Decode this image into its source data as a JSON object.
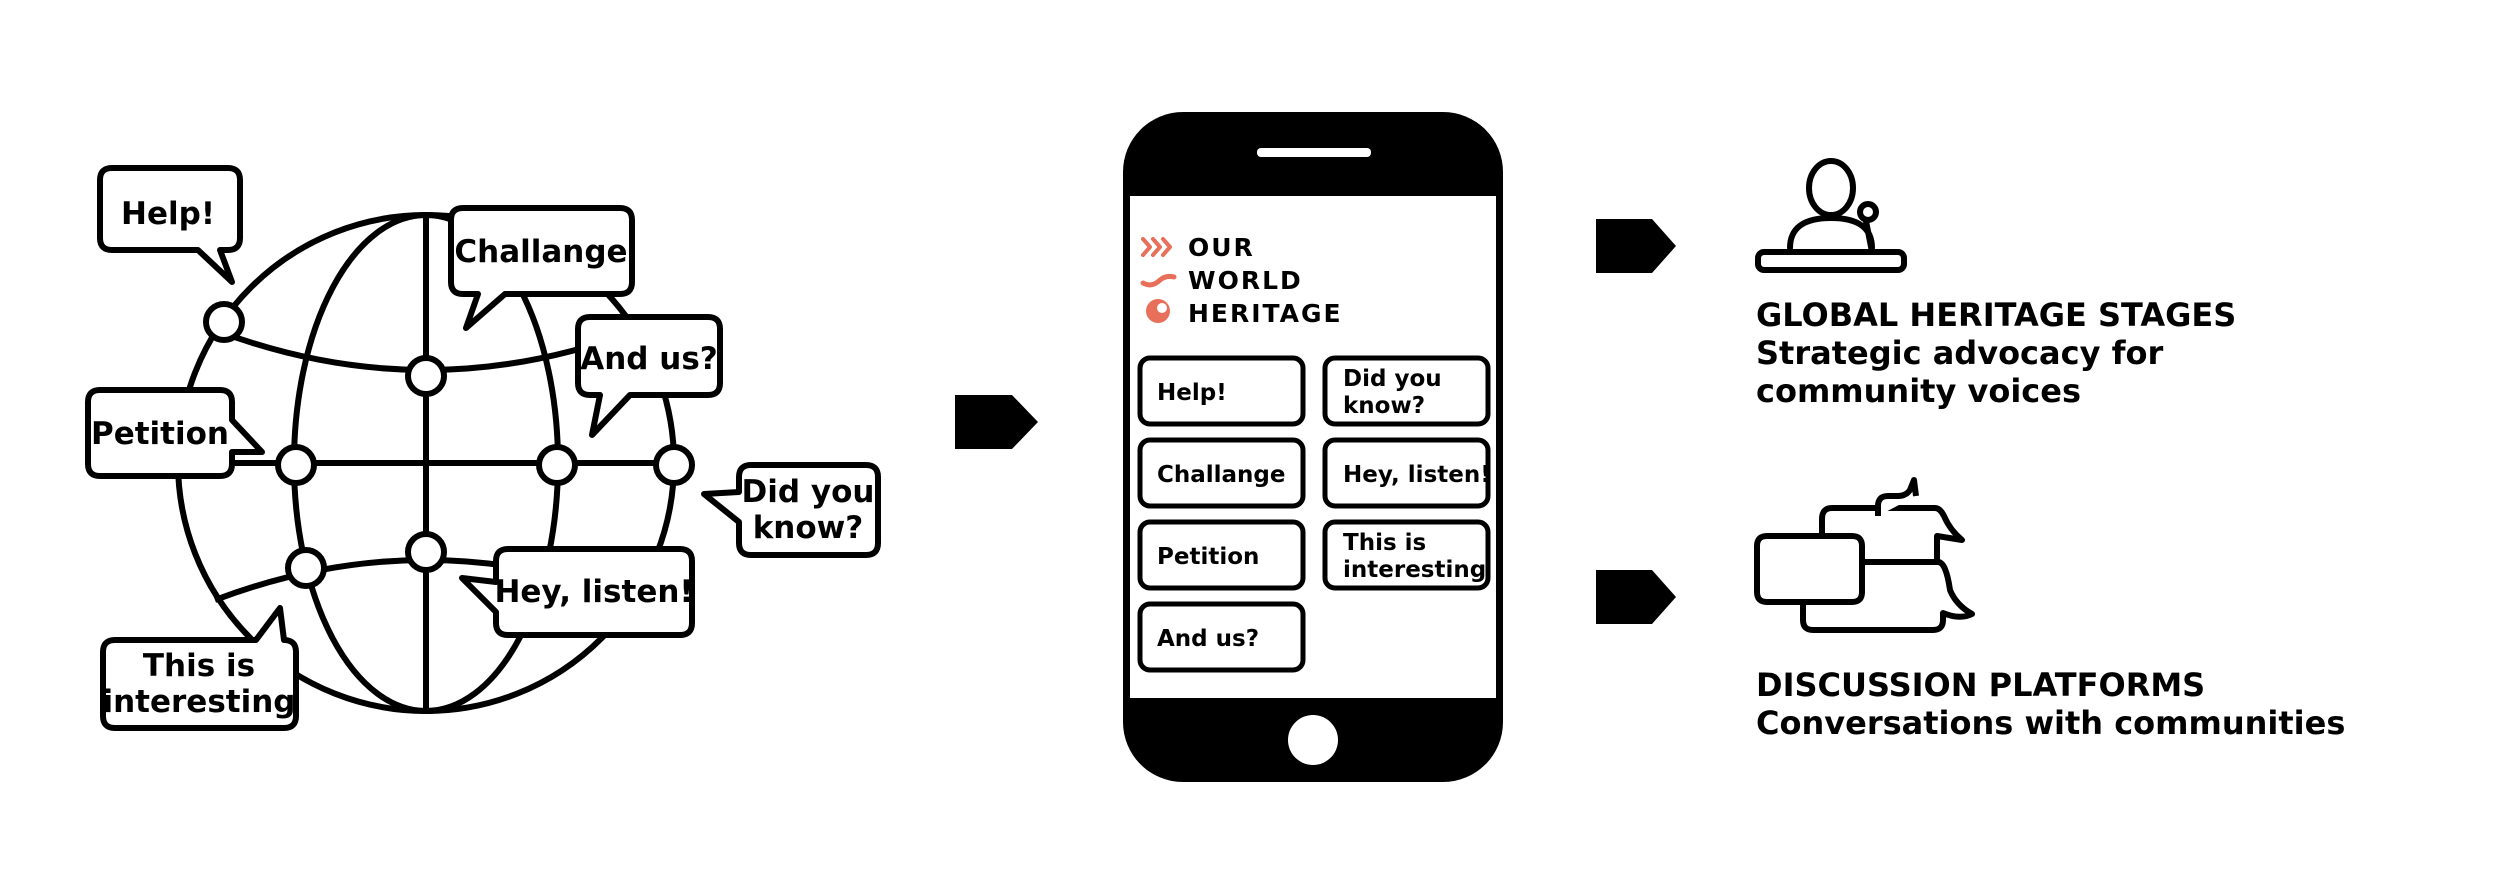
{
  "globe_bubbles": {
    "help": "Help!",
    "challange": "Challange",
    "and_us": "And us?",
    "petition": "Petition",
    "did_you_know_1": "Did you",
    "did_you_know_2": "know?",
    "hey_listen": "Hey, listen!",
    "interesting_1": "This is",
    "interesting_2": "interesting"
  },
  "phone": {
    "brand_lines": [
      "OUR",
      "WORLD",
      "HERITAGE"
    ],
    "buttons": {
      "help": "Help!",
      "did_you_know_1": "Did you",
      "did_you_know_2": "know?",
      "challange": "Challange",
      "hey_listen": "Hey, listen!",
      "petition": "Petition",
      "interesting_1": "This is",
      "interesting_2": "interesting",
      "and_us": "And us?"
    }
  },
  "outputs": {
    "stages": {
      "title": "GLOBAL HERITAGE STAGES",
      "line2": "Strategic advocacy for",
      "line3": "community voices"
    },
    "platforms": {
      "title": "DISCUSSION PLATFORMS",
      "line2": "Conversations with communities"
    }
  },
  "colors": {
    "ink": "#000000",
    "accent": "#e8705a",
    "background": "#ffffff"
  },
  "icons": {
    "globe": "globe-icon",
    "speaker": "speaker-podium-icon",
    "chat": "chat-bubbles-icon",
    "arrow": "arrow-tag-icon"
  }
}
